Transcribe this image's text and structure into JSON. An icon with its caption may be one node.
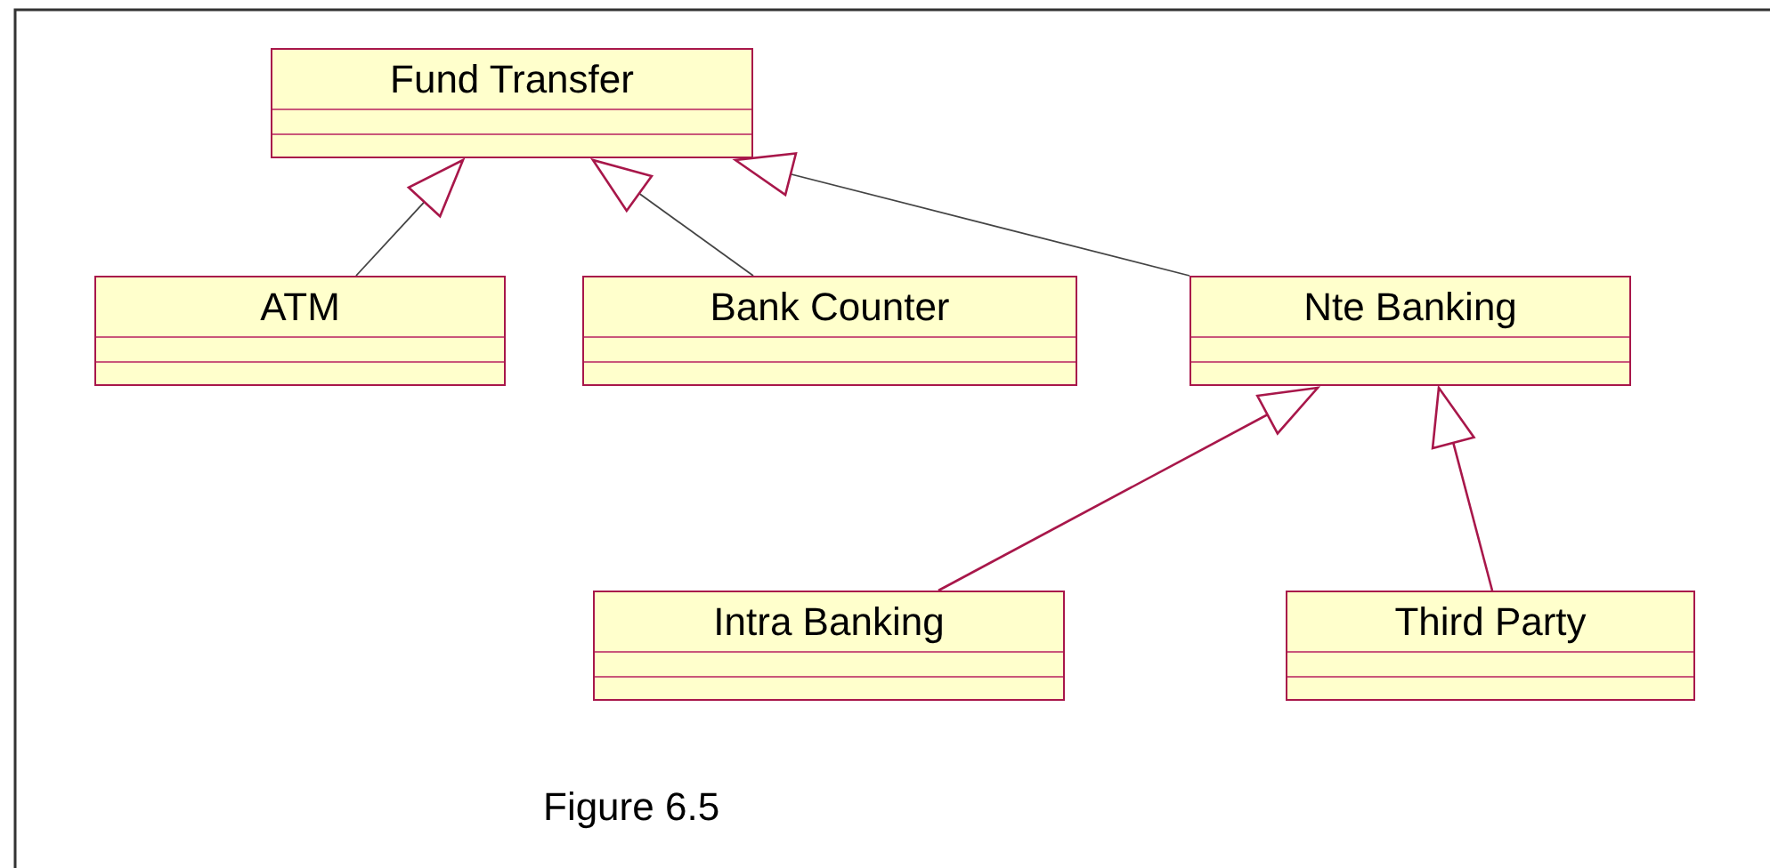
{
  "diagram": {
    "caption": "Figure 6.5",
    "nodes": [
      {
        "text": [
          "Fund Transfer"
        ]
      },
      {
        "text": [
          "ATM"
        ]
      },
      {
        "text": [
          "Bank Counter"
        ]
      },
      {
        "text": [
          "Nte Banking"
        ]
      },
      {
        "text": [
          "Intra Banking"
        ]
      },
      {
        "text": [
          "Third Party"
        ]
      }
    ],
    "edges": [
      {
        "from": 1,
        "to": 0,
        "arrow": "to"
      },
      {
        "from": 2,
        "to": 0,
        "arrow": "to"
      },
      {
        "from": 3,
        "to": 0,
        "arrow": "to"
      },
      {
        "from": 4,
        "to": 3,
        "arrow": "to",
        "color": "#a8174a"
      },
      {
        "from": 5,
        "to": 3,
        "arrow": "to",
        "color": "#a8174a"
      }
    ]
  }
}
